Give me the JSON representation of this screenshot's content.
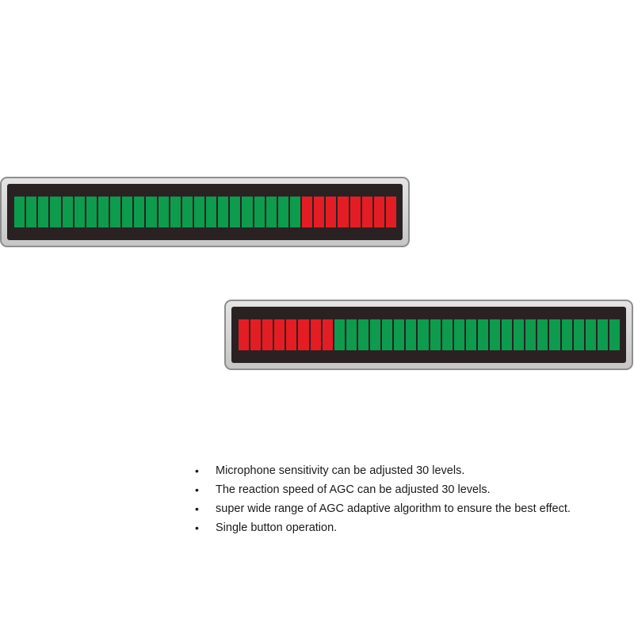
{
  "colors": {
    "lit_green": "#0d9b4e",
    "lit_red": "#e41d24",
    "screen_bg": "#2a2222"
  },
  "meters": [
    {
      "segment_count": 32,
      "segments": [
        "green",
        "green",
        "green",
        "green",
        "green",
        "green",
        "green",
        "green",
        "green",
        "green",
        "green",
        "green",
        "green",
        "green",
        "green",
        "green",
        "green",
        "green",
        "green",
        "green",
        "green",
        "green",
        "green",
        "green",
        "red",
        "red",
        "red",
        "red",
        "red",
        "red",
        "red",
        "red"
      ]
    },
    {
      "segment_count": 32,
      "segments": [
        "red",
        "red",
        "red",
        "red",
        "red",
        "red",
        "red",
        "red",
        "green",
        "green",
        "green",
        "green",
        "green",
        "green",
        "green",
        "green",
        "green",
        "green",
        "green",
        "green",
        "green",
        "green",
        "green",
        "green",
        "green",
        "green",
        "green",
        "green",
        "green",
        "green",
        "green",
        "green"
      ]
    }
  ],
  "features": [
    "Microphone sensitivity can be adjusted 30 levels.",
    "The reaction speed of AGC can be adjusted 30 levels.",
    "super wide range of AGC adaptive algorithm to ensure the best effect.",
    "Single button operation."
  ]
}
